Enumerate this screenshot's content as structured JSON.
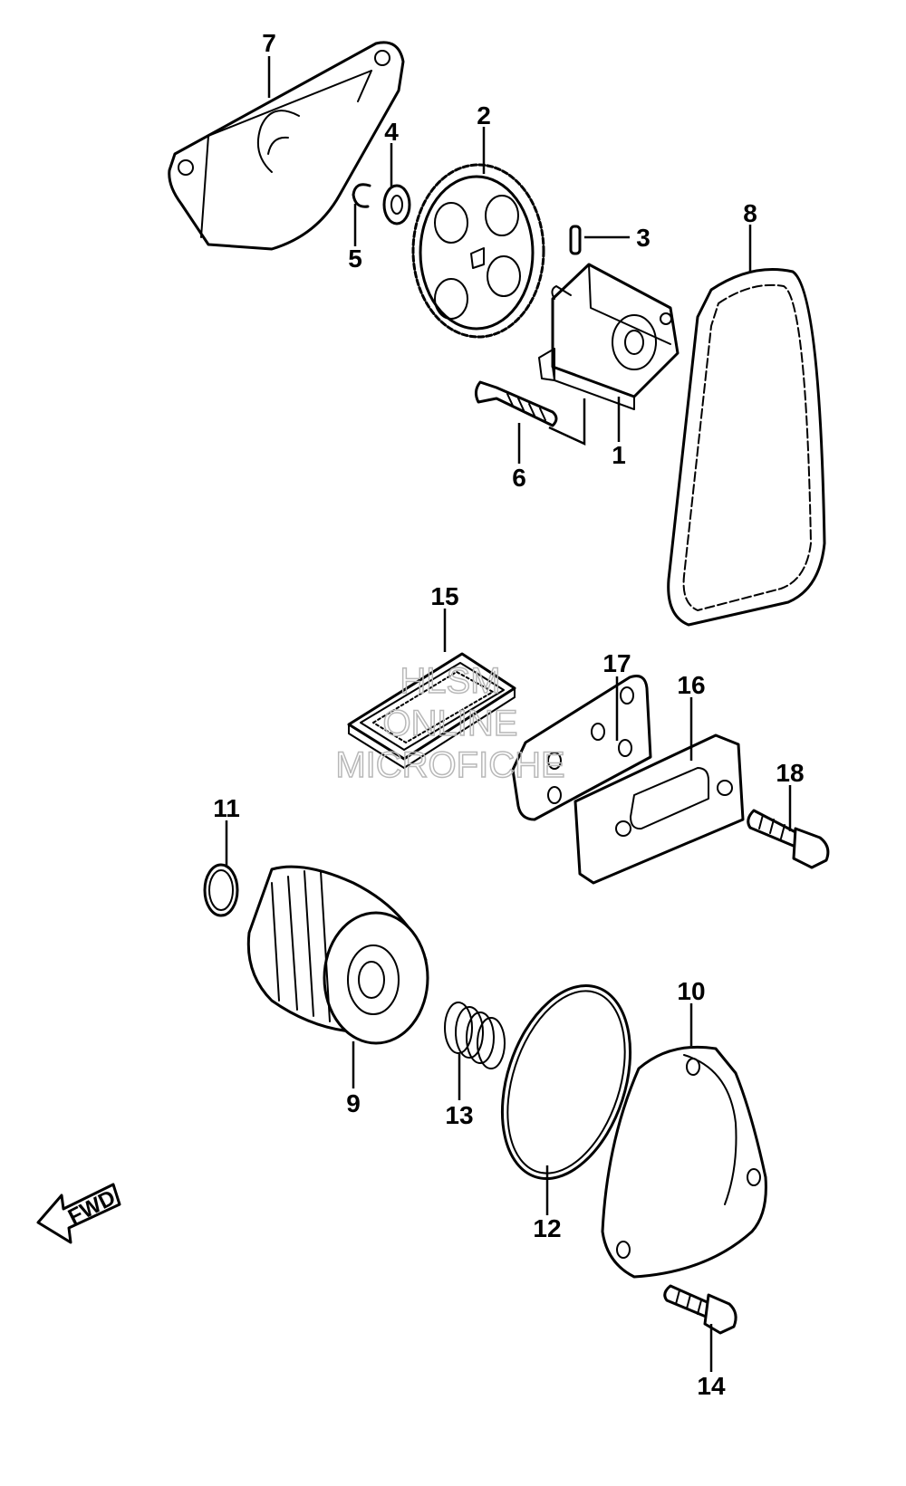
{
  "watermark": {
    "line1": "HLSM",
    "line2": "ONLINE",
    "line3": "MICROFICHE",
    "color": "#b8b8b8"
  },
  "direction_label": "FWD",
  "callouts": {
    "p1": "1",
    "p2": "2",
    "p3": "3",
    "p4": "4",
    "p5": "5",
    "p6": "6",
    "p7": "7",
    "p8": "8",
    "p9": "9",
    "p10": "10",
    "p11": "11",
    "p12": "12",
    "p13": "13",
    "p14": "14",
    "p15": "15",
    "p16": "16",
    "p17": "17",
    "p18": "18"
  },
  "parts": [
    {
      "ref": "1",
      "icon": "oil-pump-icon"
    },
    {
      "ref": "2",
      "icon": "gear-icon"
    },
    {
      "ref": "3",
      "icon": "pin-icon"
    },
    {
      "ref": "4",
      "icon": "washer-icon"
    },
    {
      "ref": "5",
      "icon": "circlip-icon"
    },
    {
      "ref": "6",
      "icon": "screw-icon"
    },
    {
      "ref": "7",
      "icon": "cover-icon"
    },
    {
      "ref": "8",
      "icon": "chain-icon"
    },
    {
      "ref": "9",
      "icon": "oil-filter-icon"
    },
    {
      "ref": "10",
      "icon": "filter-cap-icon"
    },
    {
      "ref": "11",
      "icon": "o-ring-icon"
    },
    {
      "ref": "12",
      "icon": "o-ring-icon"
    },
    {
      "ref": "13",
      "icon": "spring-icon"
    },
    {
      "ref": "14",
      "icon": "bolt-icon"
    },
    {
      "ref": "15",
      "icon": "strainer-icon"
    },
    {
      "ref": "16",
      "icon": "plate-icon"
    },
    {
      "ref": "17",
      "icon": "gasket-icon"
    },
    {
      "ref": "18",
      "icon": "bolt-icon"
    }
  ]
}
